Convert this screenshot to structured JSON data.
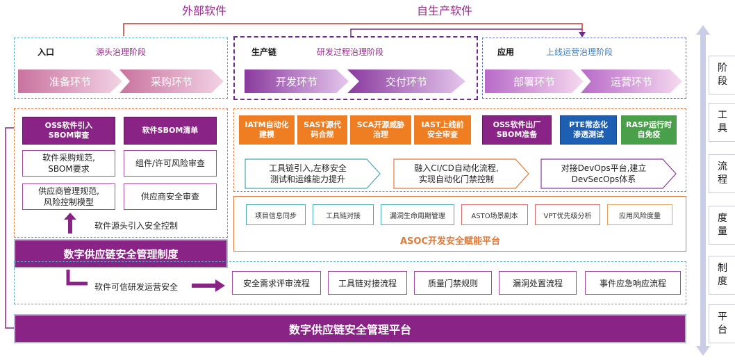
{
  "top": {
    "external_label": "外部软件",
    "self_label": "自生产软件"
  },
  "sections": {
    "entry": {
      "title": "入口",
      "subtitle": "源头治理阶段"
    },
    "production": {
      "title": "生产链",
      "subtitle": "研发过程治理阶段"
    },
    "application": {
      "title": "应用",
      "subtitle": "上线运营治理阶段"
    }
  },
  "phases": [
    "准备环节",
    "采购环节",
    "开发环节",
    "交付环节",
    "部署环节",
    "运营环节"
  ],
  "entry_tools": {
    "oss_intro": "OSS软件引入\nSBOM审查",
    "sbom_list": "软件SBOM清单",
    "purchase_spec": "软件采购规范,\nSBOM要求",
    "component_review": "组件/许可风险审查",
    "supplier_spec": "供应商管理规范,\n风险控制模型",
    "supplier_review": "供应商安全审查",
    "source_control": "软件源头引入安全控制"
  },
  "prod_tools": [
    "IATM自动化\n建模",
    "SAST源代\n码合规",
    "SCA开源威胁\n治理",
    "IAST上线前\n安全审查"
  ],
  "app_tools": {
    "oss_exit": "OSS软件出厂\nSBOM准备",
    "pte": "PTE常态化\n渗透测试",
    "rasp": "RASP运行时\n自免疫"
  },
  "process_arrows": [
    "工具链引入,左移安全\n测试和运维能力提升",
    "融入CI/CD自动化流程,\n实现自动化门禁控制",
    "对接DevOps平台,建立\nDevSecOps体系"
  ],
  "asoc": {
    "tags": [
      "项目信息同步",
      "工具链对接",
      "漏洞生命周期管理",
      "ASTO场景剧本",
      "VPT优先级分析",
      "应用风险度量"
    ],
    "title": "ASOC开发安全赋能平台"
  },
  "management_system": "数字供应链安全管理制度",
  "trusted_label": "软件可信研发运营安全",
  "flows": [
    "安全需求评审流程",
    "工具链对接流程",
    "质量门禁规则",
    "漏洞处置流程",
    "事件应急响应流程"
  ],
  "platform": "数字供应链安全管理平台",
  "side_axis": [
    "阶段",
    "工具",
    "流程",
    "度量",
    "制度",
    "平台"
  ],
  "colors": {
    "brand_purple": "#8a2386",
    "orange": "#ef7d22",
    "blue": "#1d5fb3",
    "green": "#4aa04a"
  }
}
